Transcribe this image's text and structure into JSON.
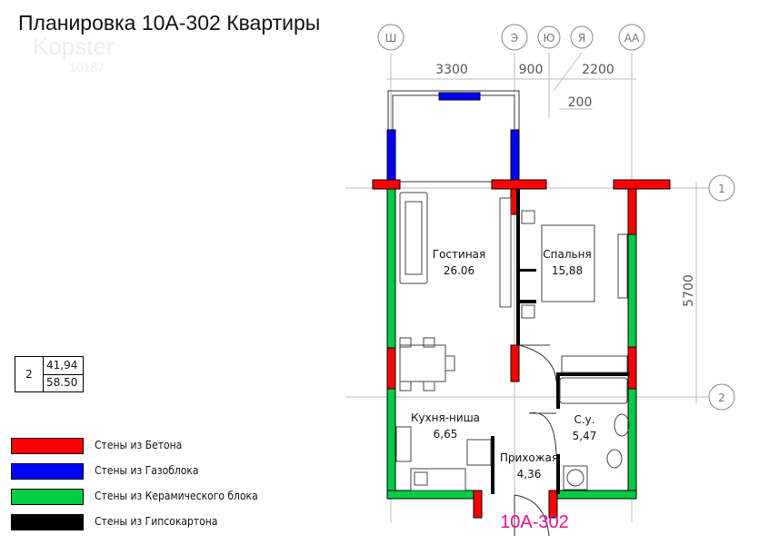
{
  "title": "Планировка 10А-302 Квартиры",
  "watermark": {
    "brand": "Kopster",
    "sub": "10187"
  },
  "summary": {
    "rooms": "2",
    "living_area": "41,94",
    "total_area": "58.50"
  },
  "legend": [
    {
      "label": "Стены из Бетона",
      "color": "#ff0000"
    },
    {
      "label": "Стены из Газоблока",
      "color": "#0000ff"
    },
    {
      "label": "Стены из Керамического блока",
      "color": "#00cc44"
    },
    {
      "label": "Стены из Гипсокартона",
      "color": "#000000"
    }
  ],
  "axes": {
    "letters": [
      "Ш",
      "Э",
      "Ю",
      "Я",
      "АА"
    ],
    "numbers": [
      "1",
      "2"
    ]
  },
  "dimensions": {
    "top": [
      "3300",
      "900",
      "2200"
    ],
    "small": "200",
    "right": "5700"
  },
  "rooms": [
    {
      "name": "Гостиная",
      "area": "26.06"
    },
    {
      "name": "Спальня",
      "area": "15,88"
    },
    {
      "name": "Кухня-ниша",
      "area": "6,65"
    },
    {
      "name": "С.у.",
      "area": "5,47"
    },
    {
      "name": "Прихожая",
      "area": "4,36"
    }
  ],
  "apartment_code": "10А-302"
}
